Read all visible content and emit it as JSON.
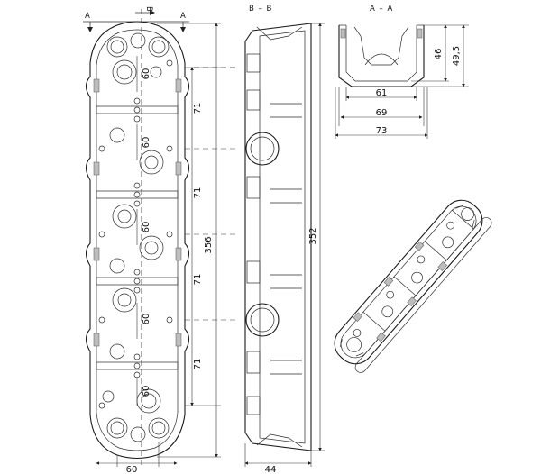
{
  "sections": {
    "front_view": {
      "cut_a_left": "A",
      "cut_a_right": "A",
      "cut_b": "B"
    },
    "side_title": "B – B",
    "top_right_title": "A – A"
  },
  "dimensions": {
    "front": {
      "pitch_labels": [
        "71",
        "71",
        "71",
        "71"
      ],
      "bore_labels": [
        "60",
        "60",
        "60",
        "60",
        "60"
      ],
      "overall_height": "356",
      "bottom_width": "60"
    },
    "side": {
      "overall_height": "352",
      "bottom_depth": "44"
    },
    "section_a": {
      "inner_width": "61",
      "mid_width": "69",
      "outer_width": "73",
      "inner_depth": "46",
      "outer_depth": "49,5"
    }
  }
}
